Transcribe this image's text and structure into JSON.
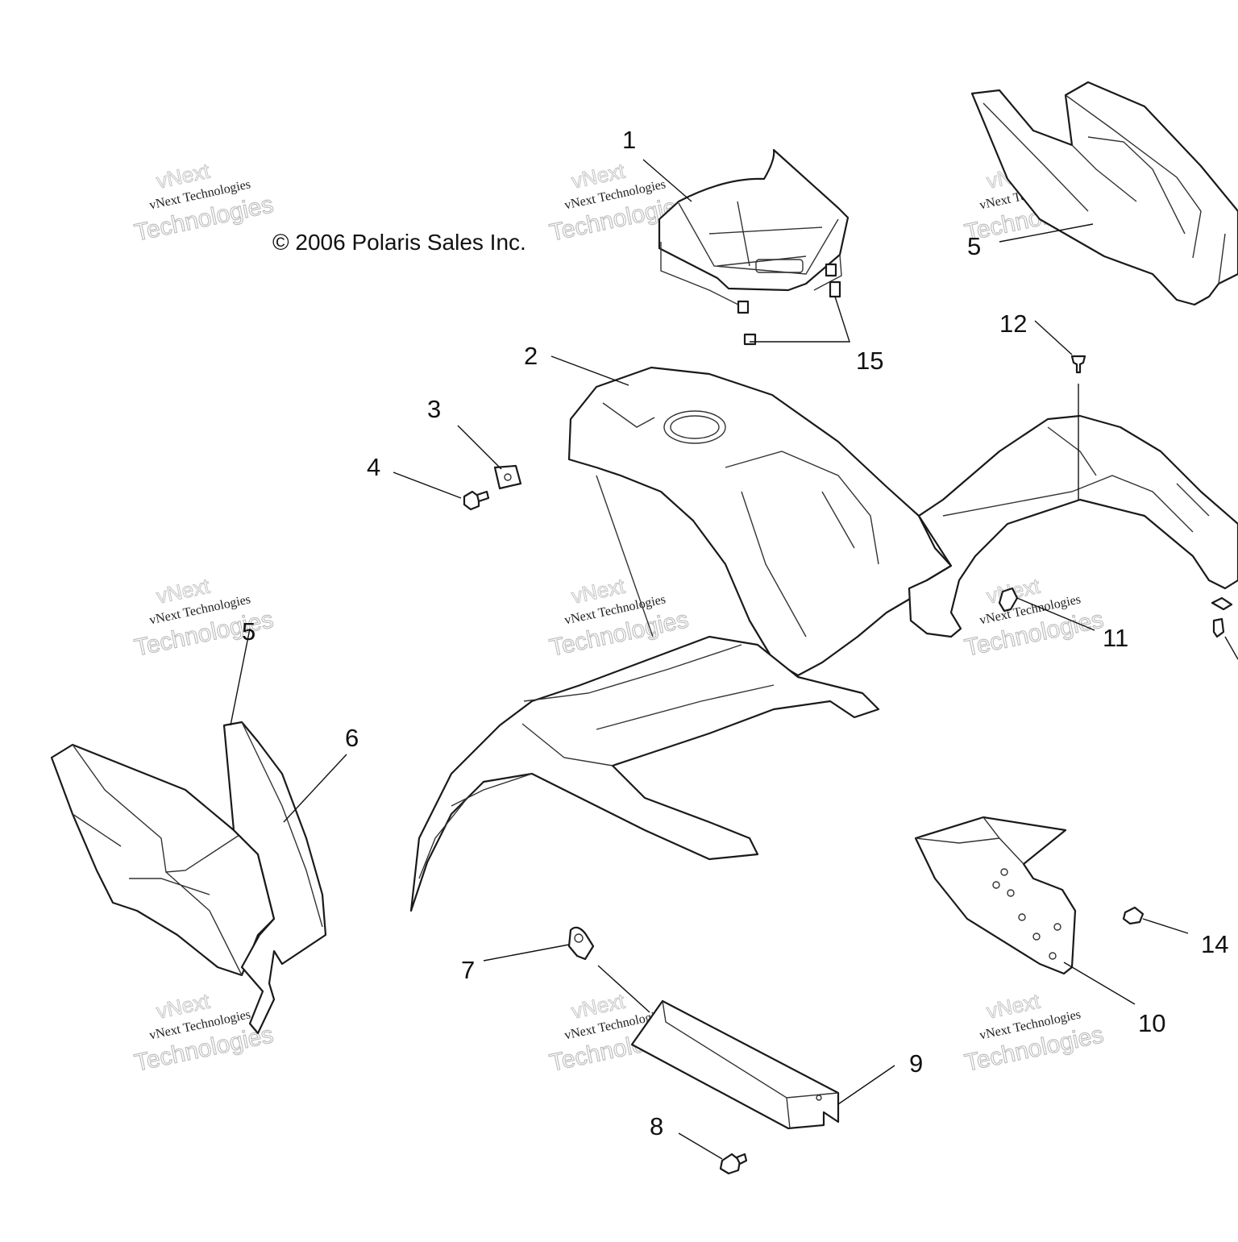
{
  "copyright": "© 2006 Polaris Sales Inc.",
  "watermark": {
    "line1": "vNext",
    "line2": "vNext Technologies",
    "line3": "Technologies"
  },
  "callouts": {
    "c1": "1",
    "c2": "2",
    "c3": "3",
    "c4": "4",
    "c5a": "5",
    "c5b": "5",
    "c6": "6",
    "c7": "7",
    "c8": "8",
    "c9": "9",
    "c10": "10",
    "c11": "11",
    "c12": "12",
    "c14": "14",
    "c15": "15"
  }
}
